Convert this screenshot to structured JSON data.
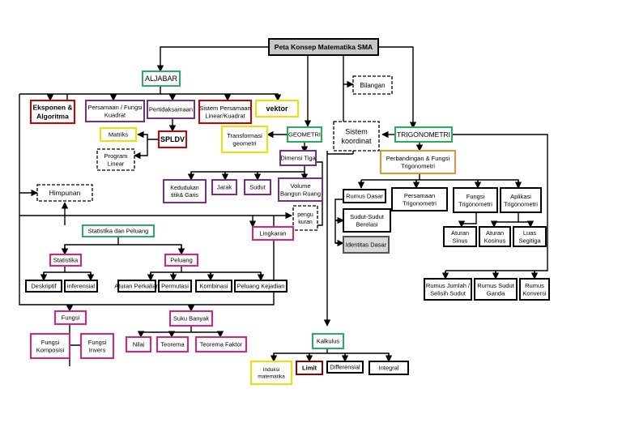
{
  "nodes": [
    {
      "id": "root",
      "lines": [
        "Peta Konsep Matematika SMA"
      ],
      "border": "#000000",
      "fill": "#c8c8c8",
      "style": "solid",
      "bold": true
    },
    {
      "id": "aljabar",
      "lines": [
        "ALJABAR"
      ],
      "border": "#27ae60",
      "style": "solid"
    },
    {
      "id": "bilangan",
      "lines": [
        "Bilangan"
      ],
      "border": "#000000",
      "style": "dashed"
    },
    {
      "id": "eksponen",
      "lines": [
        "Eksponen &",
        "Algoritma"
      ],
      "border": "#d00000",
      "style": "solid",
      "bold": true
    },
    {
      "id": "persamaan",
      "lines": [
        "Persamaan / Fungsi",
        "Kuadrat"
      ],
      "border": "#7b2c8f",
      "style": "solid"
    },
    {
      "id": "pertidaksamaan",
      "lines": [
        "Pertidaksamaan"
      ],
      "border": "#7b2c8f",
      "style": "solid"
    },
    {
      "id": "sistem-persamaan",
      "lines": [
        "Sistem Persamaan",
        "Linear/Kuadrat"
      ],
      "border": "#d00000",
      "style": "solid"
    },
    {
      "id": "vektor",
      "lines": [
        "vektor"
      ],
      "border": "#f0e000",
      "style": "solid",
      "bold": true
    },
    {
      "id": "matriks",
      "lines": [
        "Matriks"
      ],
      "border": "#f0e000",
      "style": "solid"
    },
    {
      "id": "spldv",
      "lines": [
        "SPLDV"
      ],
      "border": "#d00000",
      "style": "solid",
      "bold": true
    },
    {
      "id": "program-linear",
      "lines": [
        "Program",
        "Linear"
      ],
      "border": "#000000",
      "style": "dashed"
    },
    {
      "id": "transformasi",
      "lines": [
        "Transformasi",
        "geometri"
      ],
      "border": "#f0e000",
      "style": "solid"
    },
    {
      "id": "geometri",
      "lines": [
        "GEOMETRI"
      ],
      "border": "#27ae60",
      "style": "solid"
    },
    {
      "id": "sistem-koordinat",
      "lines": [
        "Sistem",
        "koordinat"
      ],
      "border": "#000000",
      "style": "dashed"
    },
    {
      "id": "trigonometri",
      "lines": [
        "TRIGONOMETRI"
      ],
      "border": "#27ae60",
      "style": "solid"
    },
    {
      "id": "dimensi-tiga",
      "lines": [
        "Dimensi Tiga"
      ],
      "border": "#7b2c8f",
      "style": "solid"
    },
    {
      "id": "perbandingan",
      "lines": [
        "Perbandingan & Fungsi",
        "Trigonometri"
      ],
      "border": "#e8903a",
      "style": "solid"
    },
    {
      "id": "himpunan",
      "lines": [
        "Himpunan"
      ],
      "border": "#000000",
      "style": "dashed"
    },
    {
      "id": "kedudukan",
      "lines": [
        "Kedudukan",
        "titik& Garis"
      ],
      "border": "#7b2c8f",
      "style": "solid"
    },
    {
      "id": "jarak",
      "lines": [
        "Jarak"
      ],
      "border": "#7b2c8f",
      "style": "solid"
    },
    {
      "id": "sudut",
      "lines": [
        "Sudut"
      ],
      "border": "#7b2c8f",
      "style": "solid"
    },
    {
      "id": "volume",
      "lines": [
        "Volume",
        "Bangun Ruang"
      ],
      "border": "#7b2c8f",
      "style": "solid"
    },
    {
      "id": "rumus-dasar",
      "lines": [
        "Rumus Dasar"
      ],
      "border": "#000000",
      "style": "solid"
    },
    {
      "id": "persamaan-trig",
      "lines": [
        "Persamaan",
        "Trigonometri"
      ],
      "border": "#000000",
      "style": "solid"
    },
    {
      "id": "fungsi-trig",
      "lines": [
        "Fungsi",
        "Trigonometri"
      ],
      "border": "#000000",
      "style": "solid"
    },
    {
      "id": "aplikasi-trig",
      "lines": [
        "Aplikasi",
        "Trigonometri"
      ],
      "border": "#000000",
      "style": "solid"
    },
    {
      "id": "sudut-berelasi",
      "lines": [
        "Sudut-Sudut",
        "Berelasi"
      ],
      "border": "#000000",
      "style": "solid"
    },
    {
      "id": "pengukuran",
      "lines": [
        "pengu",
        "kuran"
      ],
      "border": "#000000",
      "style": "dashed"
    },
    {
      "id": "statistika-peluang",
      "lines": [
        "Statistika dan Peluang"
      ],
      "border": "#27ae60",
      "style": "solid"
    },
    {
      "id": "lingkaran",
      "lines": [
        "Lingkaran"
      ],
      "border": "#e0207a",
      "style": "solid"
    },
    {
      "id": "aturan-sinus",
      "lines": [
        "Aturan",
        "Sinus"
      ],
      "border": "#000000",
      "style": "solid"
    },
    {
      "id": "aturan-kosinus",
      "lines": [
        "Aturan",
        "Kosinus"
      ],
      "border": "#000000",
      "style": "solid"
    },
    {
      "id": "luas-segitiga",
      "lines": [
        "Luas",
        "Segitiga"
      ],
      "border": "#000000",
      "style": "solid"
    },
    {
      "id": "identitas-dasar",
      "lines": [
        "Identitas Dasar"
      ],
      "border": "#555555",
      "fill": "#d8d8d8",
      "style": "solid"
    },
    {
      "id": "statistika",
      "lines": [
        "Statistika"
      ],
      "border": "#e0207a",
      "style": "solid"
    },
    {
      "id": "peluang",
      "lines": [
        "Peluang"
      ],
      "border": "#e0207a",
      "style": "solid"
    },
    {
      "id": "rumus-jumlah",
      "lines": [
        "Rumus Jumlah /",
        "Selisih Sudut"
      ],
      "border": "#000000",
      "style": "solid"
    },
    {
      "id": "rumus-sudut-ganda",
      "lines": [
        "Rumus Sudut",
        "Ganda"
      ],
      "border": "#000000",
      "style": "solid"
    },
    {
      "id": "rumus-konversi",
      "lines": [
        "Rumus",
        "Konversi"
      ],
      "border": "#000000",
      "style": "solid"
    },
    {
      "id": "deskriptif",
      "lines": [
        "Deskriptif"
      ],
      "border": "#000000",
      "style": "solid"
    },
    {
      "id": "inferensial",
      "lines": [
        "inferensial"
      ],
      "border": "#000000",
      "style": "solid"
    },
    {
      "id": "aturan-perkalian",
      "lines": [
        "Aturan Perkalian"
      ],
      "border": "#000000",
      "style": "solid"
    },
    {
      "id": "permutasi",
      "lines": [
        "Permutasi"
      ],
      "border": "#000000",
      "style": "solid"
    },
    {
      "id": "kombinasi",
      "lines": [
        "Kombinasi"
      ],
      "border": "#000000",
      "style": "solid"
    },
    {
      "id": "peluang-kejadian",
      "lines": [
        "Peluang Kejadian"
      ],
      "border": "#000000",
      "style": "solid"
    },
    {
      "id": "fungsi",
      "lines": [
        "Fungsi"
      ],
      "border": "#e0207a",
      "style": "solid"
    },
    {
      "id": "suku-banyak",
      "lines": [
        "Suku Banyak"
      ],
      "border": "#e0207a",
      "style": "solid"
    },
    {
      "id": "kalkulus",
      "lines": [
        "Kalkulus"
      ],
      "border": "#27ae60",
      "style": "solid"
    },
    {
      "id": "fungsi-komposisi",
      "lines": [
        "Fungsi",
        "Komposisi"
      ],
      "border": "#e0207a",
      "style": "solid"
    },
    {
      "id": "fungsi-invers",
      "lines": [
        "Fungsi",
        "Invers"
      ],
      "border": "#e0207a",
      "style": "solid"
    },
    {
      "id": "nilai",
      "lines": [
        "Nilai"
      ],
      "border": "#e0207a",
      "style": "solid"
    },
    {
      "id": "teorema",
      "lines": [
        "Teorema"
      ],
      "border": "#e0207a",
      "style": "solid"
    },
    {
      "id": "teorema-faktor",
      "lines": [
        "Teorema Faktor"
      ],
      "border": "#e0207a",
      "style": "solid"
    },
    {
      "id": "induksi",
      "lines": [
        "Induksi",
        "matematika"
      ],
      "border": "#f0e000",
      "style": "solid"
    },
    {
      "id": "limit",
      "lines": [
        "Limit"
      ],
      "border": "#8b0000",
      "style": "solid",
      "bold": true
    },
    {
      "id": "differensial",
      "lines": [
        "Differensial"
      ],
      "border": "#000000",
      "style": "solid"
    },
    {
      "id": "integral",
      "lines": [
        "Integral"
      ],
      "border": "#000000",
      "style": "solid"
    }
  ]
}
